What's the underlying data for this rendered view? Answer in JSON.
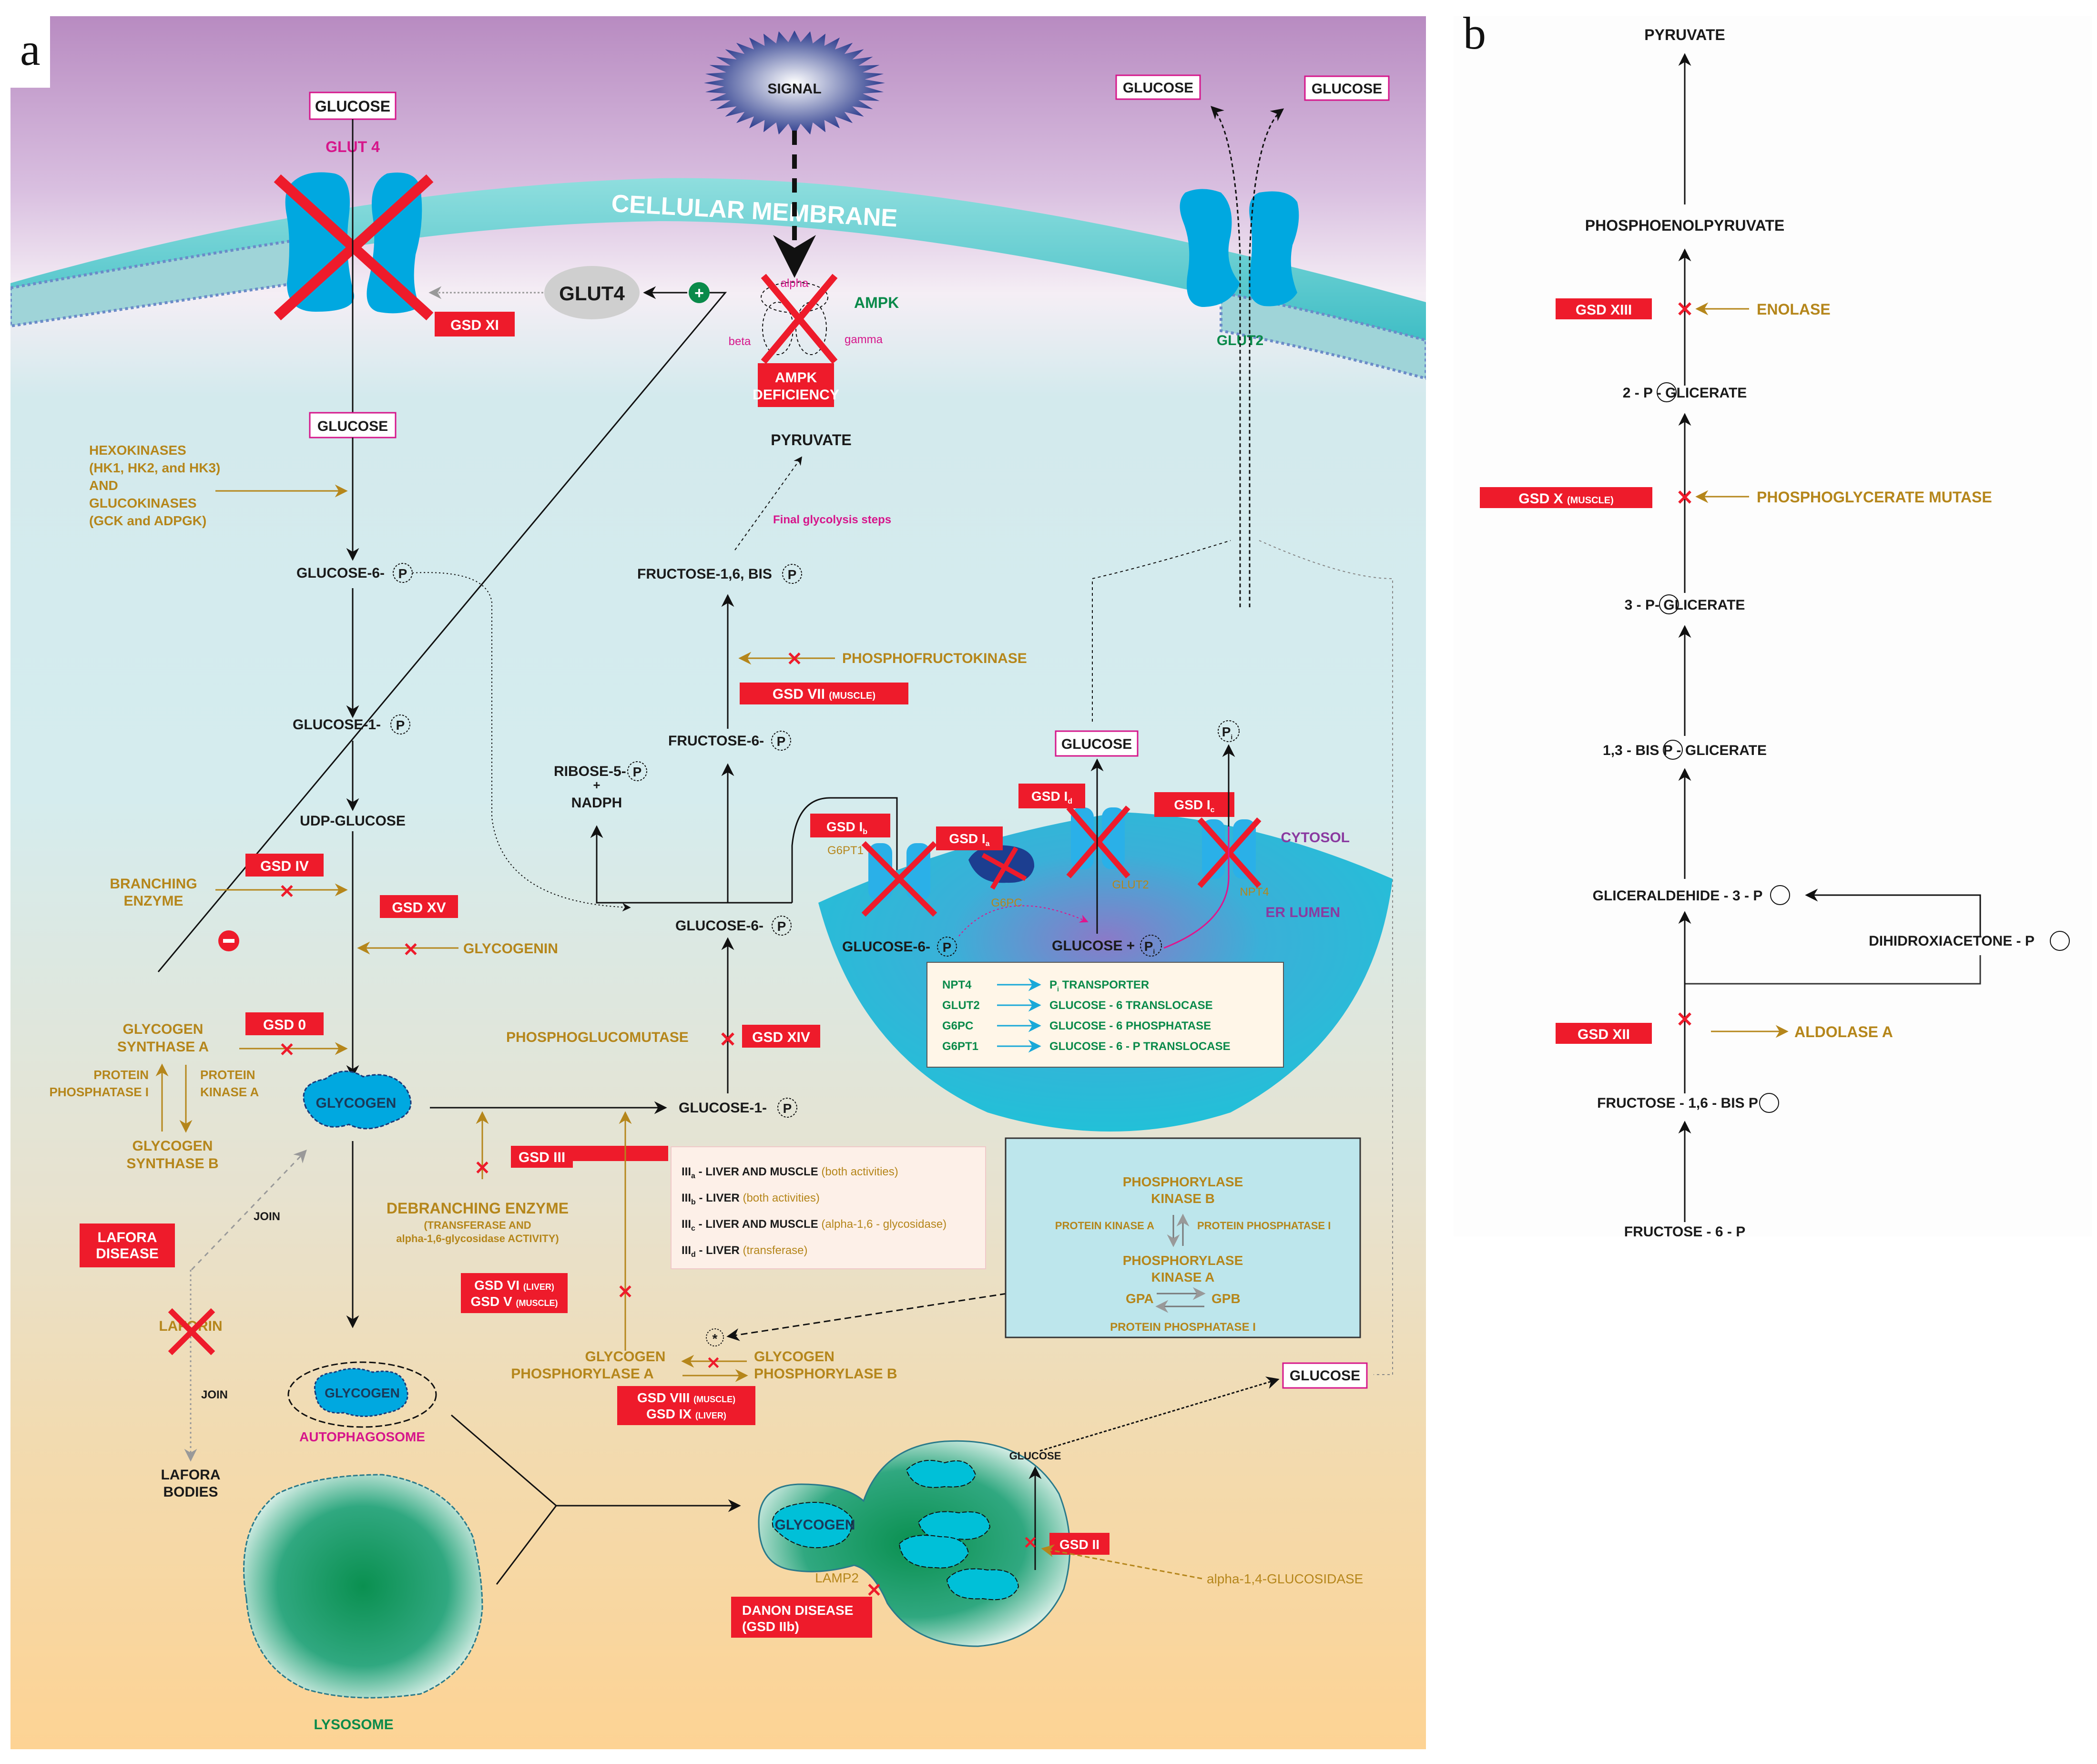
{
  "panels": {
    "a": "a",
    "b": "b"
  },
  "colors": {
    "deficiency_red": "#ee1b2b",
    "enzyme_gold": "#b5861b",
    "transporter_pink": "#d6168b",
    "ampk_green": "#0a8a4a",
    "protein_blue": "#00a8e0"
  },
  "panel_a": {
    "signal": "SIGNAL",
    "membrane_label": "CELLULAR MEMBRANE",
    "glucose_top": "GLUCOSE",
    "glut4_top": "GLUT 4",
    "glut4_vesicle": "GLUT4",
    "gsd_xi": "GSD XI",
    "ampk": {
      "label": "AMPK",
      "alpha": "alpha",
      "beta": "beta",
      "gamma": "gamma",
      "deficiency_line1": "AMPK",
      "deficiency_line2": "DEFICIENCY"
    },
    "glut2_glucose_left": "GLUCOSE",
    "glut2_glucose_right": "GLUCOSE",
    "glut2": "GLUT2",
    "glucose_inside": "GLUCOSE",
    "hexokinases": [
      "HEXOKINASES",
      "(HK1, HK2, and HK3)",
      "AND",
      "GLUCOKINASES",
      "(GCK and ADPGK)"
    ],
    "glucose_6p": "GLUCOSE-6-",
    "glucose_1p": "GLUCOSE-1-",
    "udp_glucose": "UDP-GLUCOSE",
    "pyruvate": "PYRUVATE",
    "final_glycolysis": "Final glycolysis steps",
    "fructose_16_bis": "FRUCTOSE-1,6, BIS",
    "phosphofructokinase": "PHOSPHOFRUCTOKINASE",
    "gsd_vii": "GSD VII",
    "gsd_vii_sub": "(MUSCLE)",
    "fructose_6p": "FRUCTOSE-6-",
    "ribose_5p": "RIBOSE-5-",
    "plus": "+",
    "nadph": "NADPH",
    "glucose_6p_center": "GLUCOSE-6-",
    "phosphoglucomutase": "PHOSPHOGLUCOMUTASE",
    "gsd_xiv": "GSD XIV",
    "glucose_1p_center": "GLUCOSE-1-",
    "branching_enzyme": [
      "BRANCHING",
      "ENZYME"
    ],
    "gsd_iv": "GSD IV",
    "gsd_xv": "GSD XV",
    "glycogenin": "GLYCOGENIN",
    "gsd_0": "GSD 0",
    "glycogen_synthase_a": [
      "GLYCOGEN",
      "SYNTHASE A"
    ],
    "protein_phosphatase_1": [
      "PROTEIN",
      "PHOSPHATASE I"
    ],
    "protein_kinase_a": [
      "PROTEIN",
      "KINASE A"
    ],
    "glycogen_synthase_b": [
      "GLYCOGEN",
      "SYNTHASE B"
    ],
    "glycogen": "GLYCOGEN",
    "lafora_disease": [
      "LAFORA",
      "DISEASE"
    ],
    "join": "JOIN",
    "laforin": "LAFORIN",
    "lafora_bodies": [
      "LAFORA",
      "BODIES"
    ],
    "debranching": [
      "DEBRANCHING ENZYME",
      "(TRANSFERASE AND",
      "alpha-1,6-glycosidase ACTIVITY)"
    ],
    "gsd_iii": "GSD III",
    "gsd_iii_types": [
      {
        "type": "III",
        "sub": "a",
        "text": " - LIVER AND MUSCLE ",
        "note": "(both activities)"
      },
      {
        "type": "III",
        "sub": "b",
        "text": " - LIVER ",
        "note": "(both activities)"
      },
      {
        "type": "III",
        "sub": "c",
        "text": " - LIVER AND MUSCLE ",
        "note": "(alpha-1,6 - glycosidase)"
      },
      {
        "type": "III",
        "sub": "d",
        "text": " - LIVER ",
        "note": "(transferase)"
      }
    ],
    "gsd_vi_v": [
      {
        "name": "GSD VI",
        "sub": "(LIVER)"
      },
      {
        "name": "GSD V",
        "sub": "(MUSCLE)"
      }
    ],
    "glycogen_phosphorylase_a": [
      "GLYCOGEN",
      "PHOSPHORYLASE A"
    ],
    "glycogen_phosphorylase_b": [
      "GLYCOGEN",
      "PHOSPHORYLASE B"
    ],
    "gsd_viii_ix": [
      {
        "name": "GSD VIII",
        "sub": "(MUSCLE)"
      },
      {
        "name": "GSD IX",
        "sub": "(LIVER)"
      }
    ],
    "kinase_box": {
      "phk_b": [
        "PHOSPHORYLASE",
        "KINASE B"
      ],
      "pka": "PROTEIN KINASE A",
      "pp1_right": "PROTEIN PHOSPHATASE I",
      "phk_a": [
        "PHOSPHORYLASE",
        "KINASE A"
      ],
      "gpa": "GPA",
      "gpb": "GPB",
      "pp1_bottom": "PROTEIN PHOSPHATASE I"
    },
    "autophagosome": "AUTOPHAGOSOME",
    "lysosome": "LYSOSOME",
    "lysosome_glycogen": "GLYCOGEN",
    "lysosome_glucose": "GLUCOSE",
    "gsd_ii": "GSD II",
    "alpha_glucosidase": "alpha-1,4-GLUCOSIDASE",
    "lamp2": "LAMP2",
    "danon": [
      "DANON DISEASE",
      "(GSD IIb)"
    ],
    "glucose_out_bottom": "GLUCOSE",
    "er": {
      "gsd_ib": "GSD I",
      "gsd_ib_sub": "b",
      "gsd_ia": "GSD I",
      "gsd_ia_sub": "a",
      "gsd_id": "GSD I",
      "gsd_id_sub": "d",
      "gsd_ic": "GSD I",
      "gsd_ic_sub": "c",
      "g6pt1": "G6PT1",
      "g6pc": "G6PC",
      "glut2": "GLUT2",
      "npt4": "NPT4",
      "cytosol": "CYTOSOL",
      "er_lumen": "ER LUMEN",
      "glucose_6p": "GLUCOSE-6-",
      "glucose_plus": "GLUCOSE +",
      "glucose_out": "GLUCOSE",
      "pi": "P",
      "pi_sub": "i",
      "legend": [
        {
          "key": "NPT4",
          "value": "P",
          "value_sub": "i",
          "value_rest": " TRANSPORTER"
        },
        {
          "key": "GLUT2",
          "value": "GLUCOSE - 6 TRANSLOCASE",
          "value_sub": "",
          "value_rest": ""
        },
        {
          "key": "G6PC",
          "value": "GLUCOSE - 6 PHOSPHATASE",
          "value_sub": "",
          "value_rest": ""
        },
        {
          "key": "G6PT1",
          "value": "GLUCOSE - 6 - P  TRANSLOCASE",
          "value_sub": "",
          "value_rest": ""
        }
      ]
    },
    "p_symbol": "P",
    "asterisk": "*"
  },
  "panel_b": {
    "pyruvate": "PYRUVATE",
    "pep": "PHOSPHOENOLPYRUVATE",
    "gsd_xiii": "GSD XIII",
    "enolase": "ENOLASE",
    "glicerate_2p": [
      "2 - ",
      " - GLICERATE"
    ],
    "gsd_x": "GSD X",
    "gsd_x_sub": "(MUSCLE)",
    "pgm": "PHOSPHOGLYCERATE MUTASE",
    "glicerate_3p": [
      "3 - ",
      "- GLICERATE"
    ],
    "bis_glicerate": [
      "1,3 - BIS ",
      " - GLICERATE"
    ],
    "gliceraldehide": "GLICERALDEHIDE - 3 - ",
    "dihidroxi": "DIHIDROXIACETONE - ",
    "gsd_xii": "GSD XII",
    "aldolase": "ALDOLASE A",
    "fructose_16": "FRUCTOSE - 1,6 - BIS ",
    "fructose_6": "FRUCTOSE - 6 - ",
    "p_symbol": "P"
  }
}
